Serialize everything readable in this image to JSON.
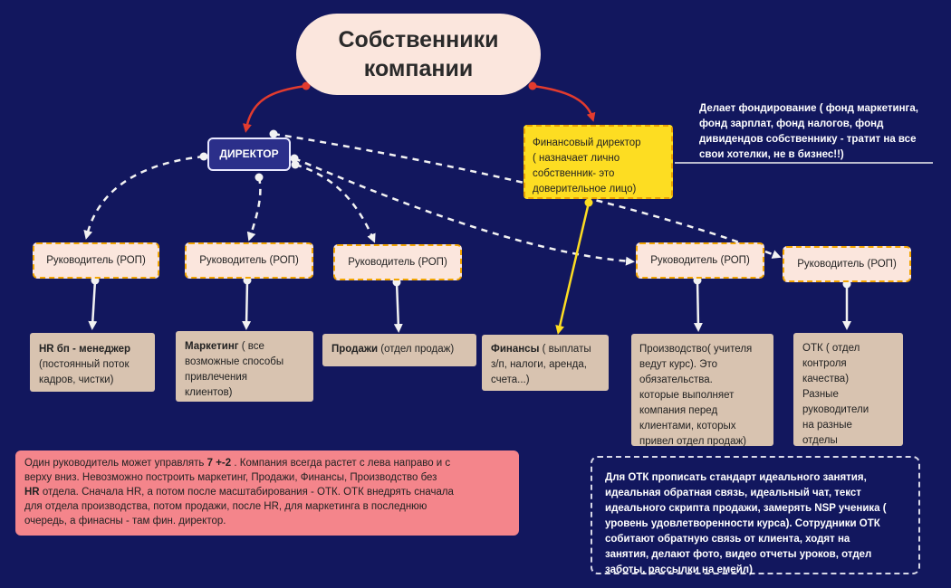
{
  "colors": {
    "background": "#12175e",
    "owner_fill": "#fbe6dd",
    "director_fill": "#2b2f8a",
    "finance_fill": "#fddd22",
    "rop_border": "#f2a400",
    "dept_fill": "#d8c3b0",
    "red_arrow": "#e23b2e",
    "yellow_arrow": "#fddd22",
    "pink_note": "#f4858b"
  },
  "owner": {
    "line1": "Собственники",
    "line2": "компании"
  },
  "director": {
    "label": "ДИРЕКТОР"
  },
  "finance_director": {
    "title": "Финансовый директор",
    "line2": "( назначает лично",
    "line3": "собственник- это",
    "line4": "доверительное лицо)"
  },
  "finance_note": [
    "Делает фондирование ( фонд маркетинга,",
    "фонд зарплат, фонд налогов, фонд",
    "дивидендов собственнику - тратит на все",
    "свои хотелки, не в бизнес!!)"
  ],
  "rop_label": "Руководитель (РОП)",
  "departments": {
    "hr": {
      "bold": "HR бп - менеджер",
      "lines": [
        "(постоянный поток",
        "кадров, чистки)"
      ]
    },
    "marketing": {
      "bold": "Маркетинг",
      "first_rest": " ( все",
      "lines": [
        "возможные способы",
        "привлечения",
        "клиентов)"
      ]
    },
    "sales": {
      "bold": "Продажи",
      "rest": " (отдел продаж)"
    },
    "finance": {
      "bold": "Финансы",
      "first_rest": " ( выплаты",
      "lines": [
        "з/п, налоги, аренда,",
        "счета...)"
      ]
    },
    "production": {
      "lines": [
        "Производство( учителя",
        "ведут  курс). Это",
        "обязательства.",
        "которые выполняет",
        "компания перед",
        "клиентами, которых",
        "привел отдел продаж)"
      ]
    },
    "otk": {
      "lines": [
        "ОТК ( отдел",
        "контроля",
        "качества)",
        "Разные",
        "руководители",
        "на разные",
        "отделы"
      ]
    }
  },
  "pink_note": [
    {
      "a": "Один руководитель может управлять ",
      "b": "7 +-2",
      "c": " . Компания всегда растет с лева направо и с"
    },
    {
      "a": "верху вниз.  Невозможно построить маркетинг, Продажи, Финансы, Производство без"
    },
    {
      "b": "HR",
      "c": " отдела. Сначала HR, а потом после масштабирования - ОТК. ОТК внедрять  сначала"
    },
    {
      "a": "для отдела производства, потом продажи, после HR, для маркетинга в последнюю"
    },
    {
      "a": "очередь, а финасны - там фин. директор."
    }
  ],
  "otk_note": [
    "Для ОТК прописать стандарт идеального занятия,",
    "идеальная обратная связь, идеальный чат, текст",
    "идеального скрипта продажи, замерять NSP ученика (",
    "уровень удовлетворенности курса). Сотрудники ОТК",
    "собитают обратную связь от клиента, ходят на",
    "занятия, делают фото, видео отчеты уроков, отдел",
    "заботы, рассылки на емейл)"
  ]
}
